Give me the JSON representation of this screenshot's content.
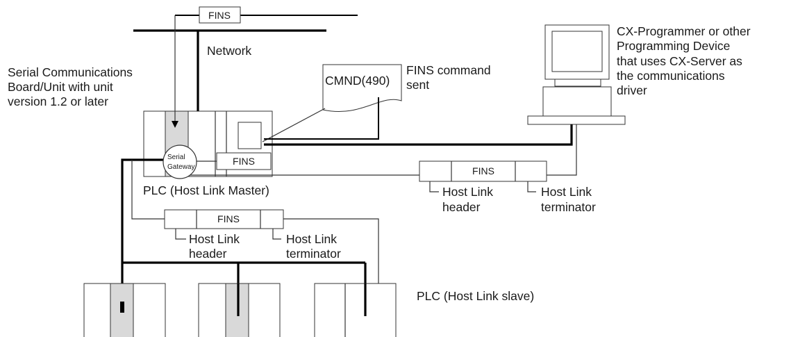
{
  "colors": {
    "line": "#000000",
    "unit_fill": "#d9d9d9",
    "background": "#ffffff"
  },
  "labels": {
    "fins_top": "FINS",
    "network": "Network",
    "serial_board": [
      "Serial Communications",
      "Board/Unit with unit",
      "version 1.2 or later"
    ],
    "cmnd": "CMND(490)",
    "fins_command_sent": [
      "FINS command",
      "sent"
    ],
    "cx_programmer": [
      "CX-Programmer or other",
      "Programming Device",
      "that uses CX-Server as",
      "the communications",
      "driver"
    ],
    "serial_gateway": [
      "Serial",
      "Gateway"
    ],
    "fins_in_plc": "FINS",
    "plc_master": "PLC (Host Link Master)",
    "fins_right_frame": "FINS",
    "host_link_header_right": [
      "Host Link",
      "header"
    ],
    "host_link_terminator_right": [
      "Host Link",
      "terminator"
    ],
    "fins_lower_frame": "FINS",
    "host_link_header_lower": [
      "Host Link",
      "header"
    ],
    "host_link_terminator_lower": [
      "Host Link",
      "terminator"
    ],
    "plc_slave": "PLC (Host Link slave)"
  }
}
